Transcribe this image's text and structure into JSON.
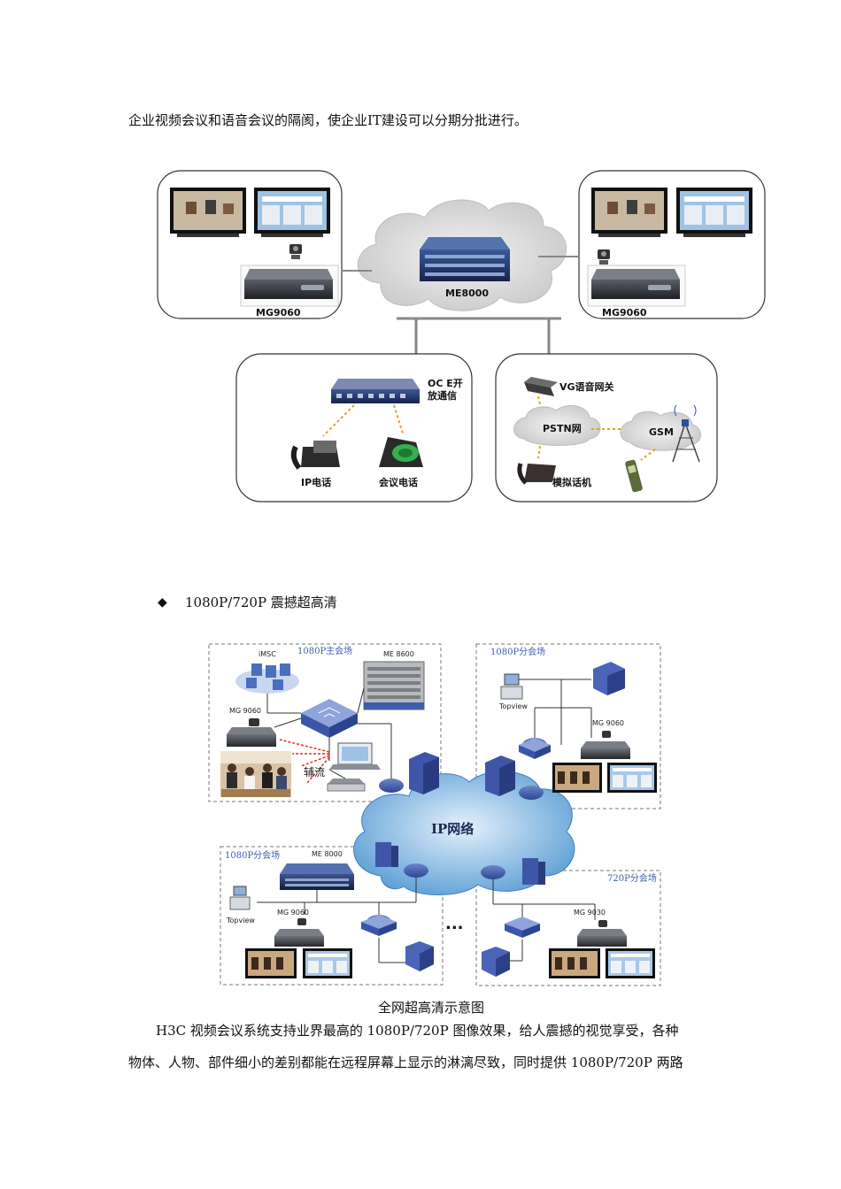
{
  "intro_line": "企业视频会议和语音会议的隔阂，使企业IT建设可以分期分批进行。",
  "diagram1": {
    "core_label": "ME8000",
    "left_site_label": "MG9060",
    "right_site_label": "MG9060",
    "mcu_label": "OC E开\n放通信",
    "ip_phone_label": "IP电话",
    "conf_phone_label": "会议电话",
    "vg_label": "VG语音网关",
    "pstn_label": "PSTN网",
    "gsm_label": "GSM",
    "analog_label": "模拟话机"
  },
  "bullet": {
    "symbol": "◆",
    "text": "1080P/720P 震撼超高清"
  },
  "diagram2": {
    "main_site": "1080P主会场",
    "imsc": "iMSC",
    "me8600": "ME 8600",
    "mg9060_main": "MG 9060",
    "buliu": "辅流",
    "sub_site_tr": "1080P分会场",
    "topview_tr": "Topview",
    "mg9060_tr": "MG 9060",
    "ip_network": "IP网络",
    "sub_site_bl": "1080P分会场",
    "me8000_bl": "ME 8000",
    "topview_bl": "Topview",
    "mg9060_bl": "MG 9060",
    "sub_site_br": "720P分会场",
    "mg9030_br": "MG 9030",
    "ellipsis": "..."
  },
  "caption": "全网超高清示意图",
  "para_line1": "H3C 视频会议系统支持业界最高的 1080P/720P 图像效果，给人震撼的视觉享受，各种",
  "para_line2": "物体、人物、部件细小的差别都能在远程屏幕上显示的淋漓尽致，同时提供 1080P/720P 两路"
}
